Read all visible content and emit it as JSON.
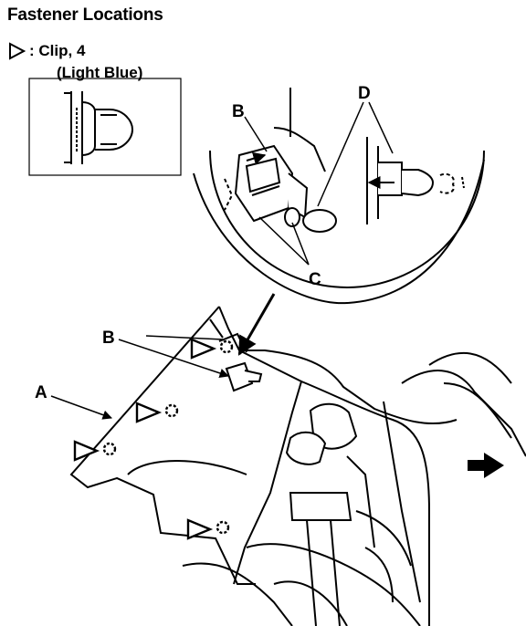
{
  "title": "Fastener Locations",
  "legend": {
    "symbol_icon": "open-triangle-icon",
    "label": ": Clip, 4",
    "sublabel": "(Light Blue)"
  },
  "callouts": {
    "a": "A",
    "b_detail": "B",
    "b_main": "B",
    "c": "C",
    "d": "D"
  },
  "colors": {
    "ink": "#000000",
    "paper": "#ffffff"
  },
  "icons": [
    "clip-cross-section-icon",
    "front-arrow-icon",
    "clip-triangle-icon"
  ]
}
